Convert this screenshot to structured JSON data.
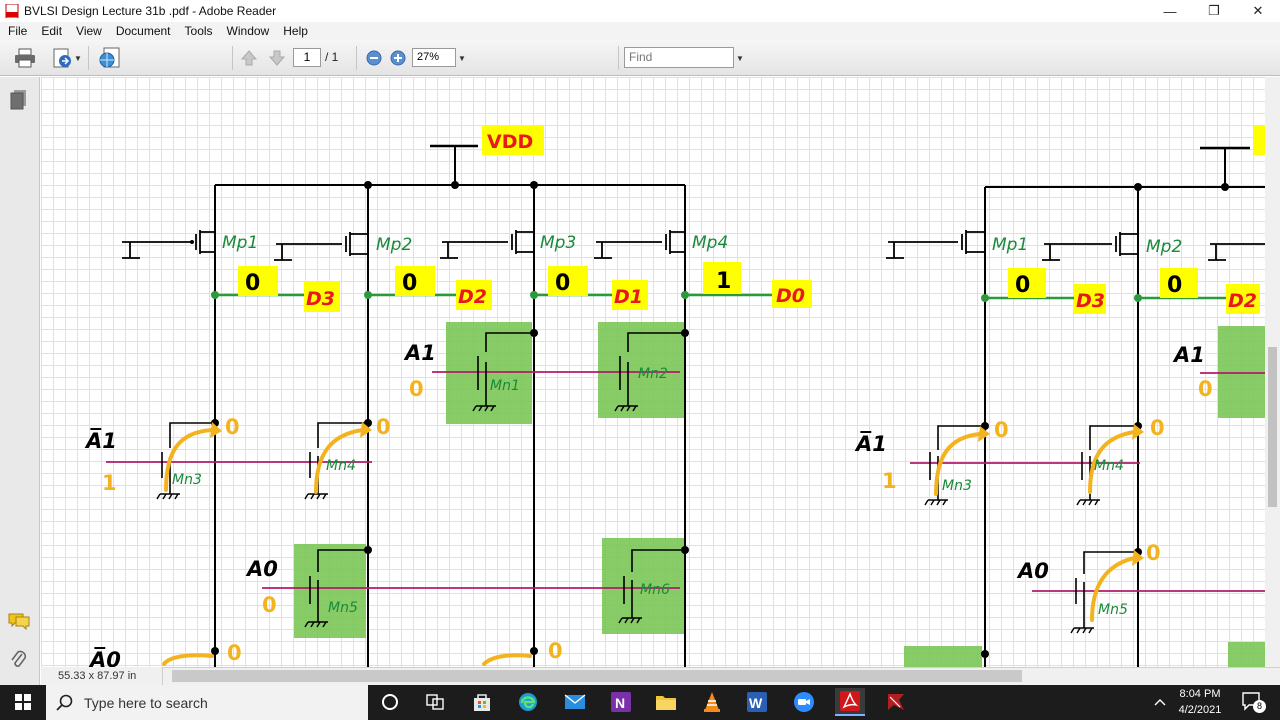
{
  "window": {
    "title": "BVLSI Design Lecture 31b .pdf - Adobe Reader",
    "controls": {
      "minimize": "—",
      "restore": "❐",
      "close": "✕"
    }
  },
  "menu": [
    "File",
    "Edit",
    "View",
    "Document",
    "Tools",
    "Window",
    "Help"
  ],
  "toolbar": {
    "page_current": "1",
    "page_total": "/ 1",
    "zoom": "27%",
    "find_placeholder": "Find"
  },
  "status": {
    "page_size": "55.33 x 87.97 in"
  },
  "taskbar": {
    "search_placeholder": "Type here to search",
    "time": "8:04 PM",
    "date": "4/2/2021",
    "notification_count": "8"
  },
  "colors": {
    "highlight_yellow": "#ffff00",
    "label_red": "#e8181c",
    "nmos_green": "#7dc85a",
    "wire_green": "#2a9a3c",
    "wordline_magenta": "#b01c6a",
    "arrow_orange": "#f3b31e",
    "annotation_green": "#1a8a3a"
  },
  "drawing": {
    "supply_label": "VDD",
    "pmos_labels": [
      "Mp1",
      "Mp2",
      "Mp3",
      "Mp4",
      "Mp1",
      "Mp2"
    ],
    "data_values": [
      "0",
      "0",
      "0",
      "1",
      "0",
      "0"
    ],
    "data_outputs": [
      "D3",
      "D2",
      "D1",
      "D0",
      "D3",
      "D2"
    ],
    "nmos_labels": [
      "Mn1",
      "Mn2",
      "Mn3",
      "Mn4",
      "Mn5",
      "Mn6",
      "Mn3",
      "Mn4",
      "Mn5"
    ],
    "address_inputs": [
      "A1",
      "A̅1",
      "A0",
      "A̅0",
      "A1",
      "A̅1",
      "A0"
    ],
    "input_values": [
      "0",
      "1",
      "0",
      "1",
      "0"
    ],
    "node_values": [
      "0",
      "0",
      "0",
      "0",
      "0",
      "0",
      "0"
    ]
  }
}
